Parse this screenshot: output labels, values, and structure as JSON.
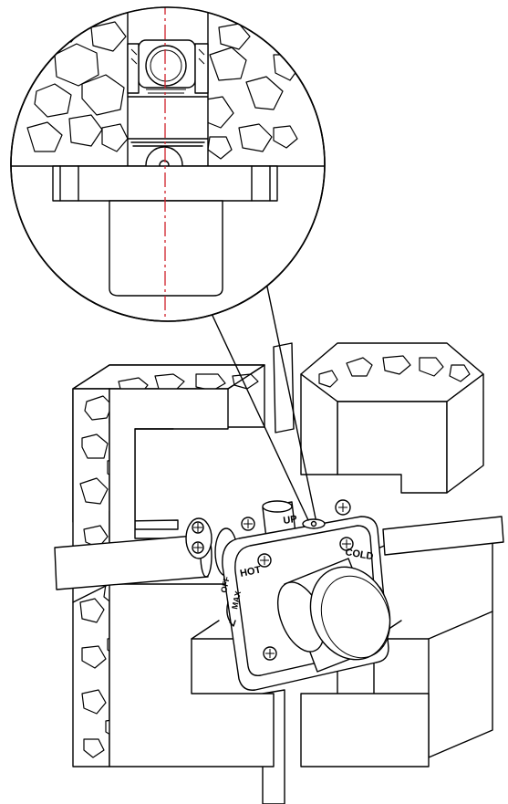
{
  "labels": {
    "hot": "HOT",
    "cold": "COLD",
    "up": "UP",
    "off": "OFF",
    "max": "MAX"
  },
  "colors": {
    "center_line": "#d0202a",
    "line": "#000000",
    "background": "#ffffff"
  },
  "icons": {
    "screw": "phillips-screw-icon",
    "arrow": "rotation-arrow-icon"
  }
}
